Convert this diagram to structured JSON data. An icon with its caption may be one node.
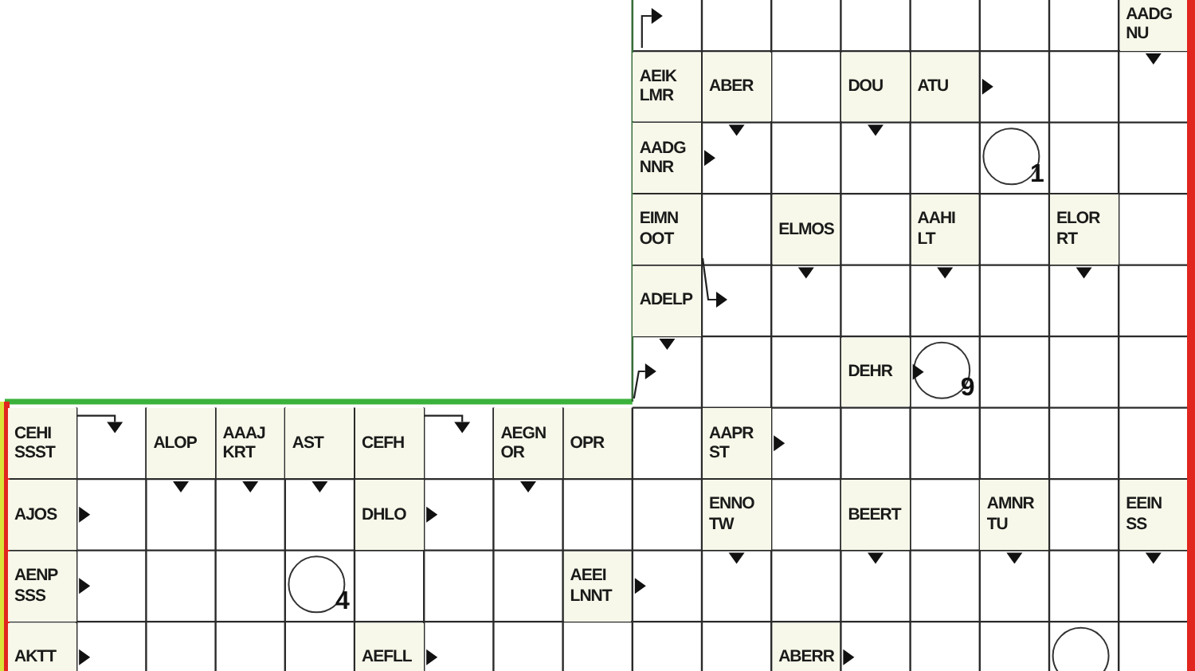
{
  "diagram": {
    "labels": [
      "AADG NU",
      "AEIK LMR",
      "ABER",
      "DOU",
      "ATU",
      "AADG NNR",
      "1",
      "EIMN OOT",
      "ELMOS",
      "AAHI LT",
      "ELOR RT",
      "ADELP",
      "DEHR",
      "9",
      "CEHI SSST",
      "ALOP",
      "AAAJ KRT",
      "AST",
      "CEFH",
      "AEGN OR",
      "OPR",
      "AAPR ST",
      "AJOS",
      "DHLO",
      "ENNO TW",
      "BEERT",
      "AMNR TU",
      "EEIN SS",
      "AENP SSS",
      "4",
      "AEEI LNNT",
      "AKTT",
      "AEFLL",
      "ABERR"
    ]
  }
}
